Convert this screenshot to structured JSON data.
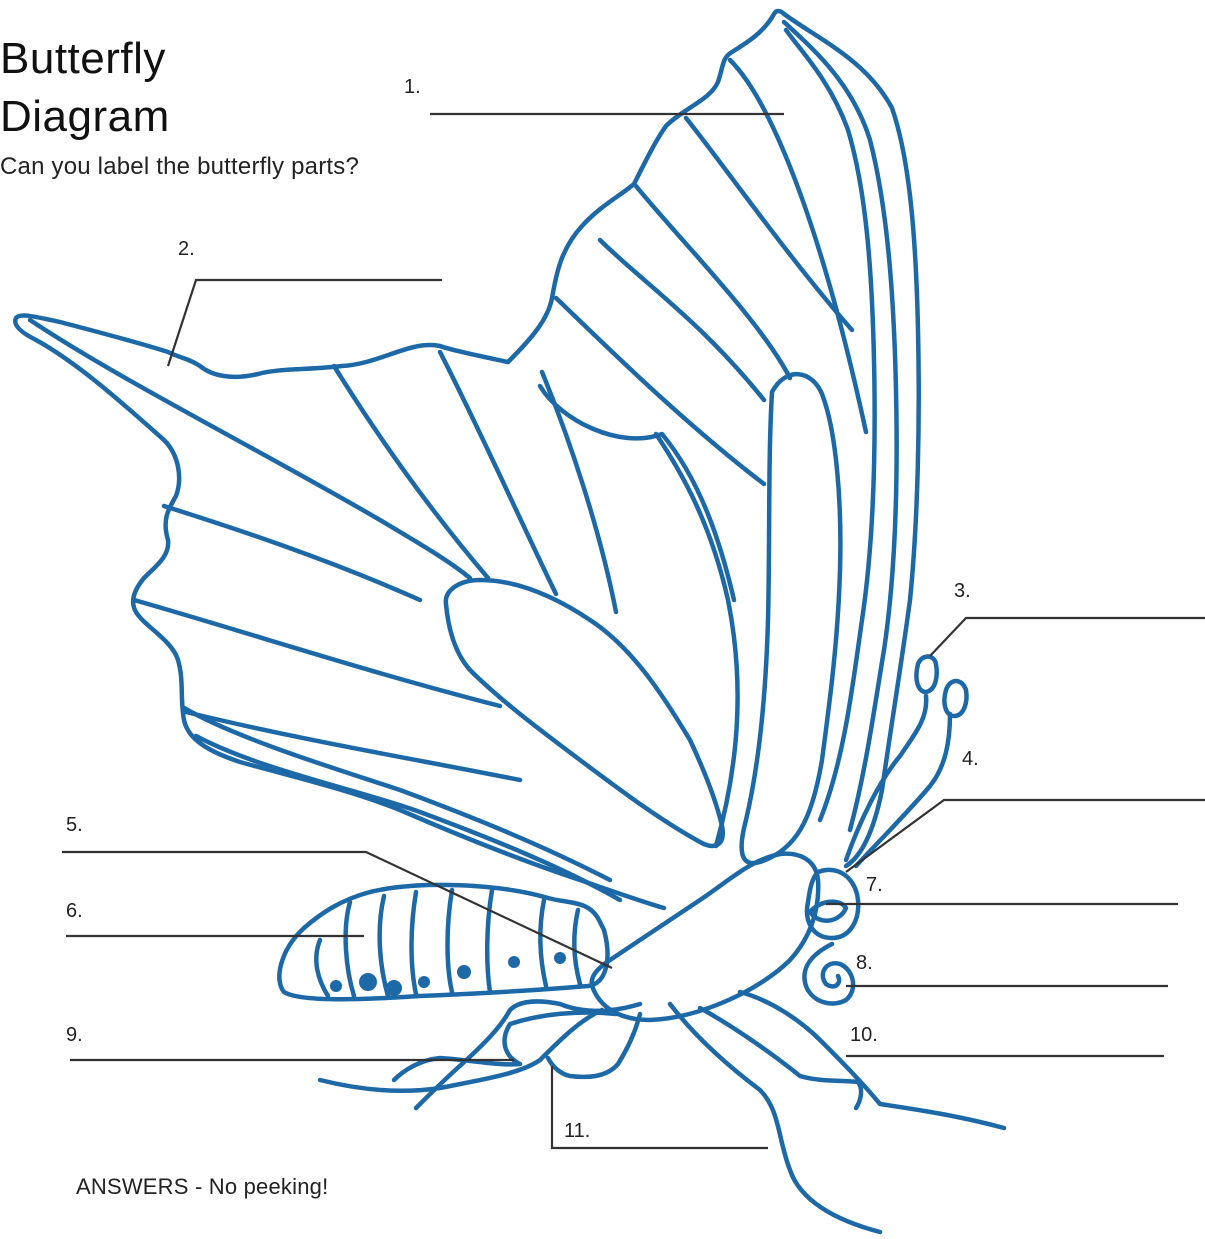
{
  "title": "Butterfly\nDiagram",
  "subtitle": "Can you label the butterfly parts?",
  "labels": {
    "l1": "1.",
    "l2": "2.",
    "l3": "3.",
    "l4": "4.",
    "l5": "5.",
    "l6": "6.",
    "l7": "7.",
    "l8": "8.",
    "l9": "9.",
    "l10": "10.",
    "l11": "11."
  },
  "footer": "ANSWERS - No peeking!",
  "colors": {
    "butterfly_stroke": "#1d69a8",
    "pointer_line": "#333333"
  }
}
